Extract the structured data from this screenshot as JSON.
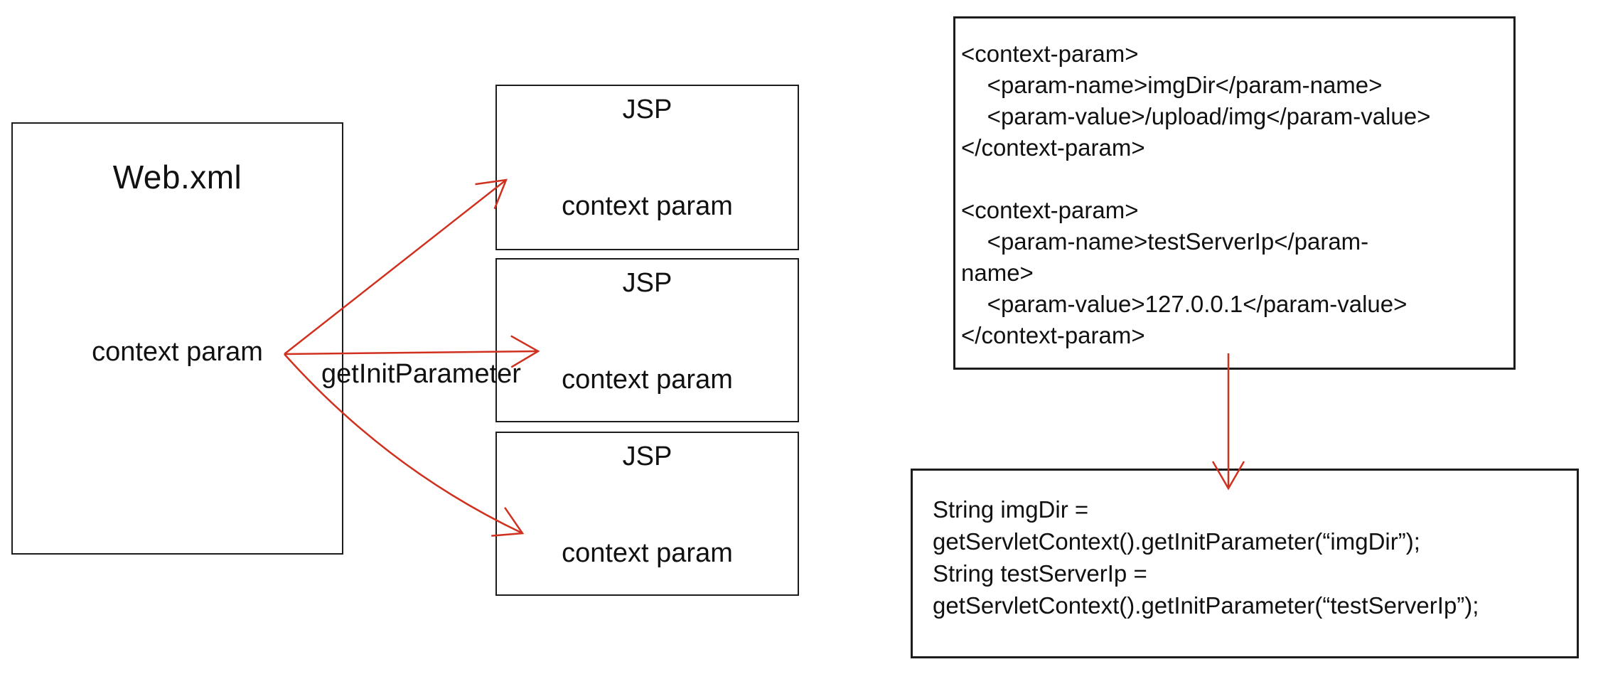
{
  "palette": {
    "arrow_red": "#d0301e",
    "line_black": "#1c1c1c",
    "text_black": "#111111",
    "bg": "#ffffff"
  },
  "webxml_box": {
    "title": "Web.xml",
    "param_label": "context param"
  },
  "jsp_boxes": [
    {
      "title": "JSP",
      "param_label": "context param"
    },
    {
      "title": "JSP",
      "param_label": "context param"
    },
    {
      "title": "JSP",
      "param_label": "context param"
    }
  ],
  "arrows": {
    "method_label": "getInitParameter"
  },
  "xml_box": {
    "lines": [
      "<context-param>",
      "    <param-name>imgDir</param-name>",
      "    <param-value>/upload/img</param-value>",
      "</context-param>",
      "",
      "<context-param>",
      "    <param-name>testServerIp</param-",
      "name>",
      "    <param-value>127.0.0.1</param-value>",
      "</context-param>"
    ]
  },
  "java_box": {
    "lines": [
      "String imgDir =",
      "getServletContext().getInitParameter(“imgDir”);",
      "String testServerIp =",
      "getServletContext().getInitParameter(“testServerIp”);"
    ]
  }
}
